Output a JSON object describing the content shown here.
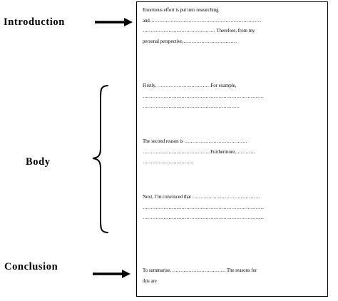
{
  "labels": {
    "introduction": "Introduction",
    "body": "Body",
    "conclusion": "Conclusion"
  },
  "paragraphs": {
    "introduction": [
      "Enormous effort is put into researching",
      "and……………………………………………………………",
      "……………………………………… Therefore, from my",
      "personal perspective,……………………………"
    ],
    "body_1": [
      "Firstly, ……………………………For example,",
      "…………………………………………………………………",
      "……………………………………………………"
    ],
    "body_2": [
      "The second reason is …………………………………",
      "……………………………………Furthermore,…………",
      "………………………….."
    ],
    "body_3": [
      "Next, I’m convinced that ……………………………………",
      "…………………………………………………………………",
      "…………………………………………………………………"
    ],
    "conclusion": [
      "To summarise, …………………………… The reasons for",
      "this are"
    ]
  },
  "icons": {
    "intro_arrow": "arrow-right-icon",
    "body_brace": "left-curly-brace-icon",
    "conclusion_arrow": "arrow-right-icon"
  }
}
